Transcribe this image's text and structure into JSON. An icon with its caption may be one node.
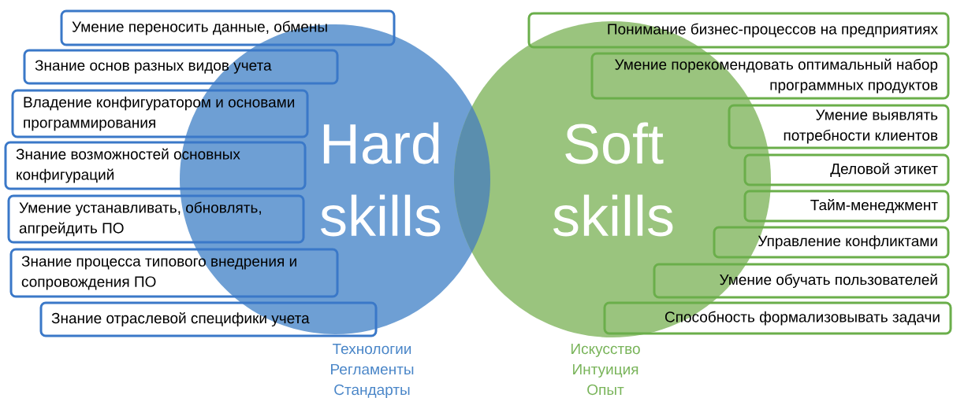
{
  "diagram": {
    "nodes": [
      {
        "text": [
          "Hard skills"
        ],
        "beside": [
          "Технологии",
          "Регламенты",
          "Стандарты"
        ]
      },
      {
        "text": [
          "Soft skills"
        ],
        "beside": [
          "Искусство",
          "Интуиция",
          "Опыт"
        ]
      },
      {
        "text": [
          "Умение переносить данные, обмены"
        ]
      },
      {
        "text": [
          "Знание основ разных видов учета"
        ]
      },
      {
        "text": [
          "Владение конфигуратором и основами программирования"
        ]
      },
      {
        "text": [
          "Знание возможностей основных конфигураций"
        ]
      },
      {
        "text": [
          "Умение устанавливать, обновлять, апгрейдить ПО"
        ]
      },
      {
        "text": [
          "Знание процесса типового внедрения и сопровождения ПО"
        ]
      },
      {
        "text": [
          "Знание отраслевой специфики учета"
        ]
      },
      {
        "text": [
          "Понимание бизнес-процессов на предприятиях"
        ]
      },
      {
        "text": [
          "Умение порекомендовать оптимальный набор программных продуктов"
        ]
      },
      {
        "text": [
          "Умение выявлять потребности клиентов"
        ]
      },
      {
        "text": [
          "Деловой этикет"
        ]
      },
      {
        "text": [
          "Тайм-менеджмент"
        ]
      },
      {
        "text": [
          "Управление конфликтами"
        ]
      },
      {
        "text": [
          "Умение обучать пользователей"
        ]
      },
      {
        "text": [
          "Способность формализовывать задачи"
        ]
      }
    ]
  }
}
